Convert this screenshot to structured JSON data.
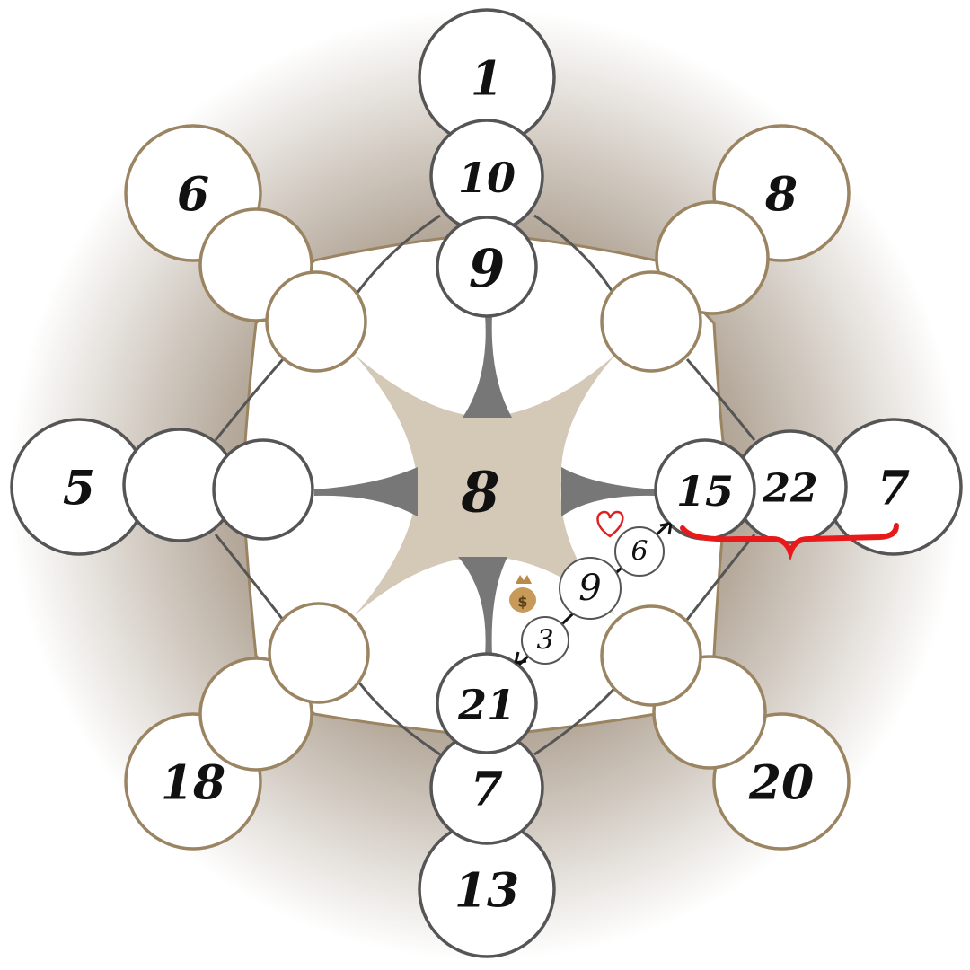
{
  "puzzle": {
    "center_value": "8",
    "circles": [
      {
        "id": "top-outer",
        "label": "1"
      },
      {
        "id": "top-mid",
        "label": "10"
      },
      {
        "id": "top-inner",
        "label": "9"
      },
      {
        "id": "left-outer",
        "label": "5"
      },
      {
        "id": "left-mid",
        "label": ""
      },
      {
        "id": "left-inner",
        "label": ""
      },
      {
        "id": "right-inner",
        "label": "15"
      },
      {
        "id": "right-mid",
        "label": "22"
      },
      {
        "id": "right-outer",
        "label": "7"
      },
      {
        "id": "bottom-inner",
        "label": "21"
      },
      {
        "id": "bottom-mid",
        "label": "7"
      },
      {
        "id": "bottom-outer",
        "label": "13"
      },
      {
        "id": "nw-outer",
        "label": "6"
      },
      {
        "id": "nw-mid",
        "label": ""
      },
      {
        "id": "nw-inner",
        "label": ""
      },
      {
        "id": "ne-outer",
        "label": "8"
      },
      {
        "id": "ne-mid",
        "label": ""
      },
      {
        "id": "ne-inner",
        "label": ""
      },
      {
        "id": "sw-outer",
        "label": "18"
      },
      {
        "id": "sw-mid",
        "label": ""
      },
      {
        "id": "sw-inner",
        "label": ""
      },
      {
        "id": "se-outer",
        "label": "20"
      },
      {
        "id": "se-mid",
        "label": ""
      },
      {
        "id": "se-inner",
        "label": ""
      }
    ],
    "chain": [
      {
        "label": "3"
      },
      {
        "label": "9"
      },
      {
        "label": "6"
      }
    ],
    "icons": [
      "heart-icon",
      "money-bag-icon"
    ],
    "colors": {
      "gray_ring": "#555555",
      "tan_ring": "#9a8462",
      "center_fill": "#d4c8b6",
      "wedge": "#777777",
      "brace": "#e8191b",
      "heart": "#e02020"
    }
  }
}
